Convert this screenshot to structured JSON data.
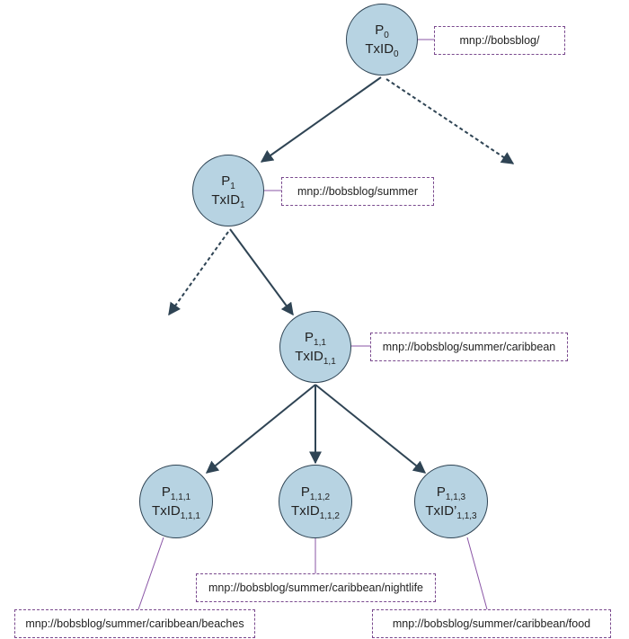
{
  "nodes": {
    "p0": {
      "name": "P",
      "name_sub": "0",
      "txid": "TxID",
      "txid_sub": "0",
      "url": "mnp://bobsblog/"
    },
    "p1": {
      "name": "P",
      "name_sub": "1",
      "txid": "TxID",
      "txid_sub": "1",
      "url": "mnp://bobsblog/summer"
    },
    "p11": {
      "name": "P",
      "name_sub": "1,1",
      "txid": "TxID",
      "txid_sub": "1,1",
      "url": "mnp://bobsblog/summer/caribbean"
    },
    "p111": {
      "name": "P",
      "name_sub": "1,1,1",
      "txid": "TxID",
      "txid_sub": "1,1,1",
      "url": "mnp://bobsblog/summer/caribbean/beaches"
    },
    "p112": {
      "name": "P",
      "name_sub": "1,1,2",
      "txid": "TxID",
      "txid_sub": "1,1,2",
      "url": "mnp://bobsblog/summer/caribbean/nightlife"
    },
    "p113": {
      "name": "P",
      "name_sub": "1,1,3",
      "txid": "TxID’",
      "txid_sub": "1,1,3",
      "url": "mnp://bobsblog/summer/caribbean/food"
    }
  },
  "colors": {
    "node_fill": "#b7d3e2",
    "node_border": "#2f4454",
    "arrow": "#2f4454",
    "label_border": "#7a4a8e",
    "connector": "#8a55a6"
  }
}
